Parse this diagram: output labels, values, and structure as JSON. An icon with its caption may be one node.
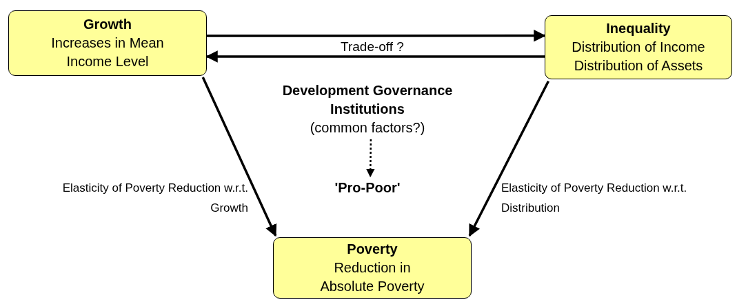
{
  "diagram": {
    "nodes": [
      {
        "text": [
          "Growth",
          "Increases in Mean Income Level"
        ]
      },
      {
        "text": [
          "Inequality",
          "Distribution of Income Distribution of Assets"
        ]
      },
      {
        "text": [
          "Poverty",
          "Reduction in Absolute Poverty"
        ]
      },
      {
        "text": [
          "Development Governance Institutions",
          "(common factors?)"
        ]
      },
      {
        "text": [
          "'Pro-Poor'"
        ]
      }
    ],
    "edges": [
      {
        "from": 0,
        "to": 1,
        "arrow": "to"
      },
      {
        "from": 1,
        "to": 0,
        "arrow": "to",
        "label": "Trade-off ?"
      },
      {
        "from": 0,
        "to": 2,
        "arrow": "to",
        "label": "Elasticity of Poverty Reduction w.r.t. Growth"
      },
      {
        "from": 1,
        "to": 2,
        "arrow": "to",
        "label": "Elasticity of Poverty Reduction w.r.t. Distribution"
      },
      {
        "from": 3,
        "to": 4,
        "arrow": "to",
        "style": "dashed"
      }
    ]
  }
}
